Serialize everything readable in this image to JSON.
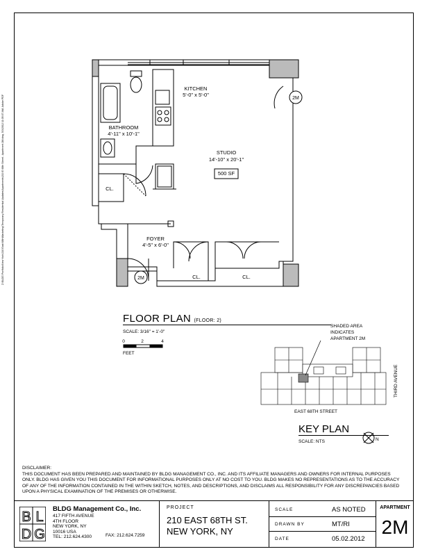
{
  "file_path": "Z:\\BLDG Portfolio\\New York\\210 East 68th\\Marketing\\Temporary Residential Updates\\Apartments\\210 E 68th Street - Apartment 2M.dwg, 5/3/2012 11:05:07 AM, Adobe PDF",
  "plan": {
    "kitchen": {
      "name": "KITCHEN",
      "dims": "5'-0\" x 5'-0\""
    },
    "bathroom": {
      "name": "BATHROOM",
      "dims": "4'-11\" x 10'-1\""
    },
    "studio": {
      "name": "STUDIO",
      "dims": "14'-10\" x 20'-1\""
    },
    "area": "500 SF",
    "foyer": {
      "name": "FOYER",
      "dims": "4'-5\" x 6'-0\""
    },
    "closet": "CL.",
    "unit_tag": "2M"
  },
  "floor_plan": {
    "title": "FLOOR PLAN",
    "floor": "(FLOOR: 2)",
    "scale": "SCALE: 3/16\" = 1'-0\"",
    "scale_ticks": [
      "0",
      "2",
      "4"
    ],
    "units": "FEET"
  },
  "key_plan": {
    "note_line1": "SHADED AREA",
    "note_line2": "INDICATES",
    "note_line3": "APARTMENT 2M",
    "street": "EAST 68TH STREET",
    "avenue": "THIRD AVENUE",
    "title": "KEY PLAN",
    "scale": "SCALE: NTS",
    "north": "N"
  },
  "disclaimer": {
    "label": "DISCLAIMER:",
    "text": "THIS DOCUMENT HAS BEEN PREPARED AND MAINTAINED BY BLDG MANAGEMENT CO., INC. AND ITS AFFILIATE MANAGERS AND OWNERS FOR INTERNAL PURPOSES ONLY. BLDG HAS GIVEN YOU THIS DOCUMENT FOR INFORMATIONAL PURPOSES ONLY AT NO COST TO YOU. BLDG MAKES NO REPRESENTATIONS AS TO THE ACCURACY OF ANY OF THE INFORMATION CONTAINED IN THE WITHIN SKETCH, NOTES, AND DESCRIPTIONS, AND DISCLAIMS ALL RESPONSIBILITY FOR ANY DISCREPANCIES BASED UPON A PHYSICAL EXAMINATION OF THE PREMISES OR OTHERWISE."
  },
  "title_block": {
    "logo": "BLDG",
    "company": "BLDG Management Co., Inc.",
    "address1": "417 FIFTH AVENUE",
    "address2": "4TH FLOOR",
    "address3": "NEW YORK, NY",
    "address4": "10016 USA",
    "tel": "TEL: 212.624.4300",
    "fax": "FAX: 212.624.7259",
    "project_label": "PROJECT",
    "project_line1": "210 EAST 68TH ST.",
    "project_line2": "NEW YORK, NY",
    "scale_label": "SCALE",
    "scale_value": "AS NOTED",
    "drawn_label": "DRAWN BY",
    "drawn_value": "MT/RI",
    "date_label": "DATE",
    "date_value": "05.02.2012",
    "apartment_label": "APARTMENT",
    "apartment_value": "2M"
  }
}
